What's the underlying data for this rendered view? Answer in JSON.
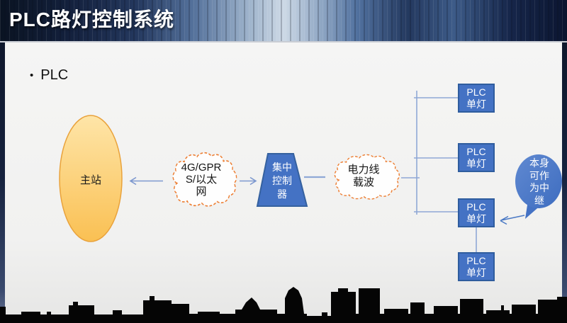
{
  "header": {
    "title": "PLC路灯控制系统"
  },
  "content": {
    "bullet_marker": "•",
    "bullet_text": "PLC"
  },
  "diagram": {
    "master": {
      "label": "主站"
    },
    "wan_cloud": {
      "lines": [
        "4G/GPR",
        "S/以太",
        "网"
      ]
    },
    "concentrator": {
      "lines": [
        "集中",
        "控制",
        "器"
      ]
    },
    "plc_cloud": {
      "lines": [
        "电力线",
        "载波"
      ]
    },
    "lamps": [
      {
        "lines": [
          "PLC",
          "单灯"
        ]
      },
      {
        "lines": [
          "PLC",
          "单灯"
        ]
      },
      {
        "lines": [
          "PLC",
          "单灯"
        ]
      },
      {
        "lines": [
          "PLC",
          "单灯"
        ]
      }
    ],
    "callout": {
      "lines": [
        "本身",
        "可作",
        "为中",
        "继"
      ]
    }
  },
  "colors": {
    "accent_blue": "#4472C4",
    "accent_blue_border": "#2F5D9E",
    "cloud_border_orange": "#ED7D31",
    "master_fill_top": "#FEE5A8",
    "master_fill_bottom": "#FAC053",
    "master_border": "#E9A23B",
    "connector_blue": "#8FA8D6",
    "header_navy": "#0B1530",
    "skyline_black": "#050505"
  }
}
